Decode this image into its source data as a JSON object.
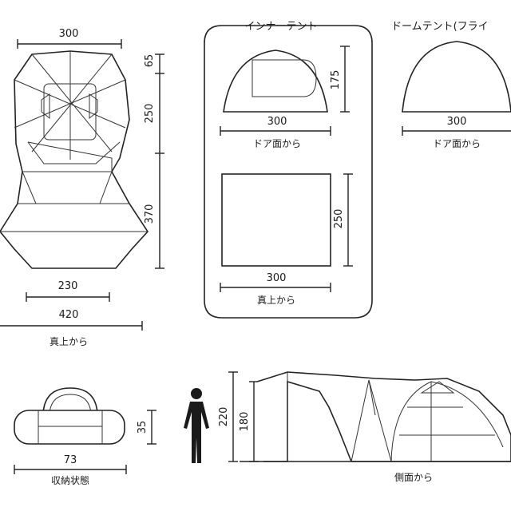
{
  "labels": {
    "inner_tent_title": "インナーテント",
    "dome_tent_title": "ドームテント(フライ",
    "from_door": "ドア面から",
    "from_top": "真上から",
    "from_side": "側面から",
    "stored_state": "収納状態"
  },
  "dims": {
    "top_width": "300",
    "d65": "65",
    "d250": "250",
    "d370": "370",
    "d230": "230",
    "d420": "420",
    "inner_door_width": "300",
    "inner_door_height": "175",
    "inner_top_width": "300",
    "inner_top_depth": "250",
    "dome_width": "300",
    "bag_length": "73",
    "bag_height": "35",
    "h220": "220",
    "h180": "180"
  }
}
